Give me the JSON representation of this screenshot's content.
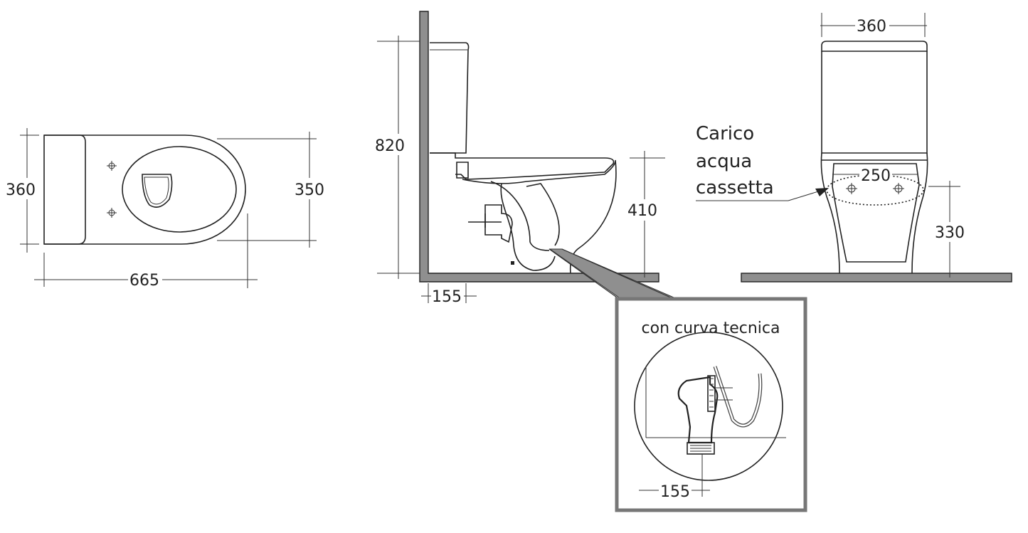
{
  "top_view": {
    "dim_width": "360",
    "dim_length": "665",
    "dim_bowl_width": "350"
  },
  "side_view": {
    "dim_height": "820",
    "dim_rim_height": "410",
    "dim_outlet": "155"
  },
  "front_view": {
    "dim_width": "360",
    "dim_inlet_spacing": "250",
    "dim_inlet_height": "330",
    "callout_line1": "Carico",
    "callout_line2": "acqua",
    "callout_line3": "cassetta"
  },
  "detail": {
    "title": "con curva tecnica",
    "dim_outlet": "155"
  }
}
